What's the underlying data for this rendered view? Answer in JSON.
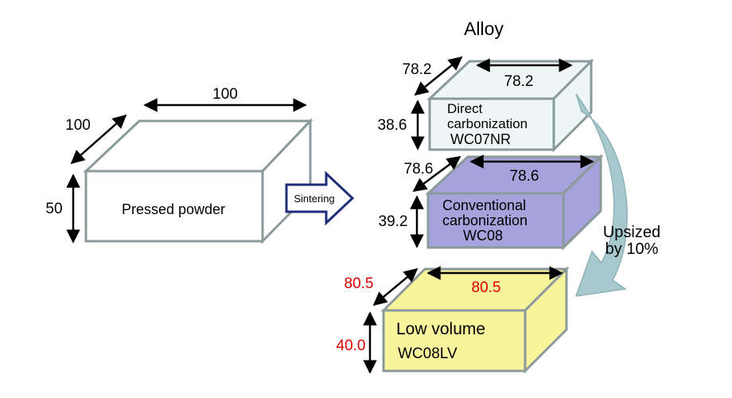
{
  "title": "Alloy",
  "source_block": {
    "label": "Pressed powder",
    "width": "100",
    "depth": "100",
    "height": "50"
  },
  "process_arrow": {
    "label": "Sintering"
  },
  "blocks": [
    {
      "line1": "Direct",
      "line2": "carbonization",
      "code": "WC07NR",
      "width": "78.2",
      "depth": "78.2",
      "height": "38.6"
    },
    {
      "line1": "Conventional",
      "line2": "carbonization",
      "code": "WC08",
      "width": "78.6",
      "depth": "78.6",
      "height": "39.2"
    },
    {
      "line1": "Low volume",
      "code": "WC08LV",
      "width": "80.5",
      "depth": "80.5",
      "height": "40.0"
    }
  ],
  "upsize_note": {
    "line1": "Upsized",
    "line2": "by 10%"
  },
  "colors": {
    "outline": "#8a9a9a",
    "block_direct": "#eef6f6",
    "block_conventional": "#a6a3dc",
    "block_lowvolume": "#f8f49c",
    "highlight_text": "#dd0000",
    "curved_arrow": "#a7c8cc",
    "sintering_arrow": "#1f2d7a"
  }
}
